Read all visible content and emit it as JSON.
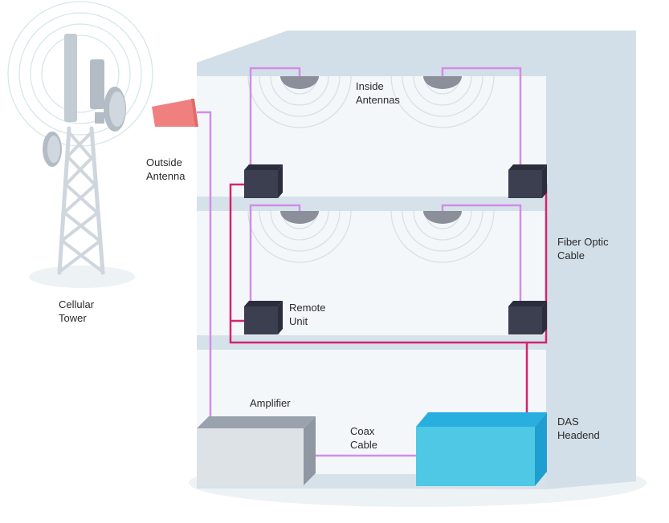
{
  "labels": {
    "inside_antennas": [
      "Inside",
      "Antennas"
    ],
    "outside_antenna": [
      "Outside",
      "Antenna"
    ],
    "cellular_tower": [
      "Cellular",
      "Tower"
    ],
    "remote_unit": [
      "Remote",
      "Unit"
    ],
    "fiber_optic_cable": [
      "Fiber Optic",
      "Cable"
    ],
    "amplifier": "Amplifier",
    "coax_cable": [
      "Coax",
      "Cable"
    ],
    "das_headend": [
      "DAS",
      "Headend"
    ]
  },
  "colors": {
    "building_side": "#d3dfe8",
    "building_front": "#f3f7fa",
    "floor_band": "#d6e2ea",
    "ground_shadow": "#edf2f5",
    "coax_line": "#d48ce8",
    "fiber_line": "#d4246e",
    "remote_unit": "#3b3f50",
    "remote_unit_top": "#2a2e3c",
    "ceiling_antenna": "#8a8f99",
    "signal_ring": "#d8e0e6",
    "outside_antenna": "#f08080",
    "amplifier_front": "#dde2e7",
    "amplifier_top": "#9aa3ad",
    "headend_front": "#4fc8e6",
    "headend_top": "#29aee0",
    "tower": "#cfd6dd",
    "tower_dish": "#b3bcc5"
  }
}
